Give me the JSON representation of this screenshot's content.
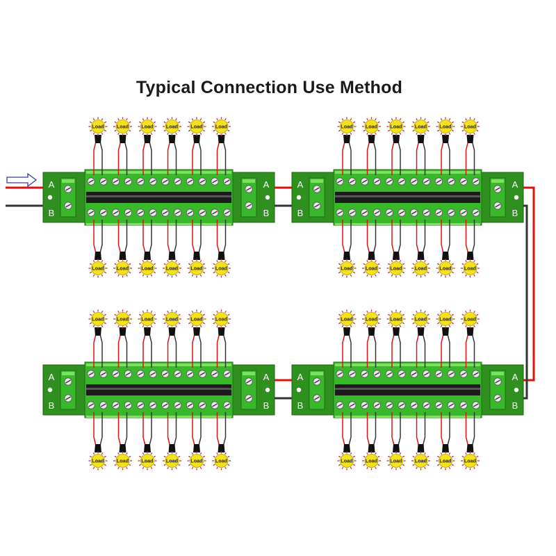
{
  "title": "Typical Connection Use Method",
  "load_label": "Load",
  "terminal_a": "A",
  "terminal_b": "B",
  "colors": {
    "board": "#2f8f1f",
    "board_dark": "#206014",
    "terminal": "#39b82b",
    "terminal_light": "#7ee060",
    "wire_a": "#e01010",
    "wire_b": "#333333",
    "lamp": "#f5e11c",
    "input_arrow": "#3a3aa8"
  },
  "boards": [
    {
      "name": "top-left",
      "loads_per_side": 6,
      "input_arrow": true,
      "left_pads": true,
      "right_pads": true
    },
    {
      "name": "top-right",
      "loads_per_side": 6,
      "input_arrow": false,
      "left_pads": true,
      "right_pads": true
    },
    {
      "name": "bottom-left",
      "loads_per_side": 6,
      "input_arrow": false,
      "left_pads": true,
      "right_pads": true
    },
    {
      "name": "bottom-right",
      "loads_per_side": 6,
      "input_arrow": false,
      "left_pads": true,
      "right_pads": true
    }
  ]
}
